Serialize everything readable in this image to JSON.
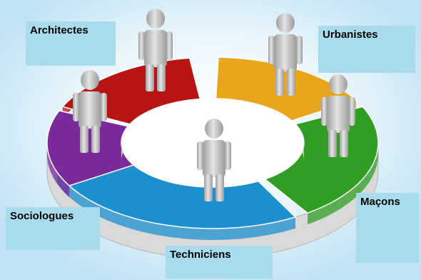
{
  "colors": {
    "background_glow": "#cfe9f7",
    "segment_red": "#b81414",
    "segment_orange": "#e9a61c",
    "segment_green": "#2f9e22",
    "segment_blue": "#1d8fd1",
    "segment_purple": "#7a2a9a",
    "ring_side": "#d9d9d9",
    "figure": "#c8c8c8",
    "label_box": "#a8dcec"
  },
  "segments": [
    {
      "id": "red",
      "color_key": "segment_red",
      "icon": "puzzle-piece"
    },
    {
      "id": "orange",
      "color_key": "segment_orange",
      "icon": "puzzle-piece"
    },
    {
      "id": "green",
      "color_key": "segment_green",
      "icon": "puzzle-piece"
    },
    {
      "id": "blue",
      "color_key": "segment_blue",
      "icon": "puzzle-piece"
    },
    {
      "id": "purple",
      "color_key": "segment_purple",
      "icon": "puzzle-piece"
    }
  ],
  "figures": [
    {
      "id": "architect",
      "icon": "person-figure"
    },
    {
      "id": "urbanist",
      "icon": "person-figure"
    },
    {
      "id": "mason",
      "icon": "person-figure"
    },
    {
      "id": "technician",
      "icon": "person-figure"
    },
    {
      "id": "sociologist",
      "icon": "person-figure"
    }
  ],
  "labels": {
    "architectes": "Architectes",
    "urbanistes": "Urbanistes",
    "macons": "Maçons",
    "techniciens": "Techniciens",
    "sociologues": "Sociologues"
  }
}
